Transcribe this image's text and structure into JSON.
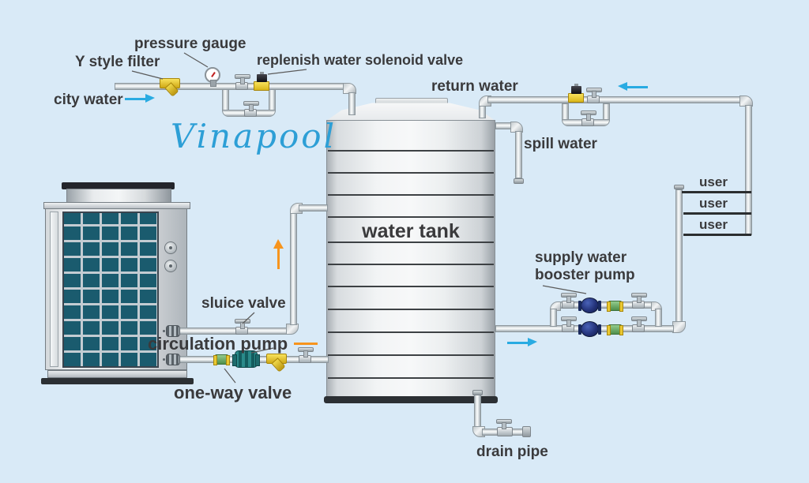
{
  "brand": {
    "logo_text": "Vinapool"
  },
  "labels": {
    "pressure_gauge": "pressure gauge",
    "y_style_filter": "Y style filter",
    "replenish_water_solenoid_valve": "replenish water solenoid valve",
    "city_water": "city water",
    "return_water": "return water",
    "spill_water": "spill water",
    "water_tank": "water tank",
    "supply_water_booster_pump": [
      "supply water",
      "booster pump"
    ],
    "sluice_valve": "sluice valve",
    "circulation_pump": "circulation pump",
    "one_way_valve": "one-way valve",
    "drain_pipe": "drain pipe"
  },
  "users": [
    "user",
    "user",
    "user"
  ],
  "colors": {
    "background": "#d9eaf7",
    "label_text": "#3a3a3c",
    "brand_blue": "#2d9fd6",
    "flow_arrow_blue": "#29abe2",
    "flow_arrow_orange": "#f7941d",
    "solenoid_filter_yellow": "#f2d02c",
    "one_way_valve_green": "#6fb76b",
    "circulation_pump_teal": "#1f7377",
    "booster_pump_navy": "#24337a",
    "heat_pump_coil_teal": "#1a5b6e"
  }
}
